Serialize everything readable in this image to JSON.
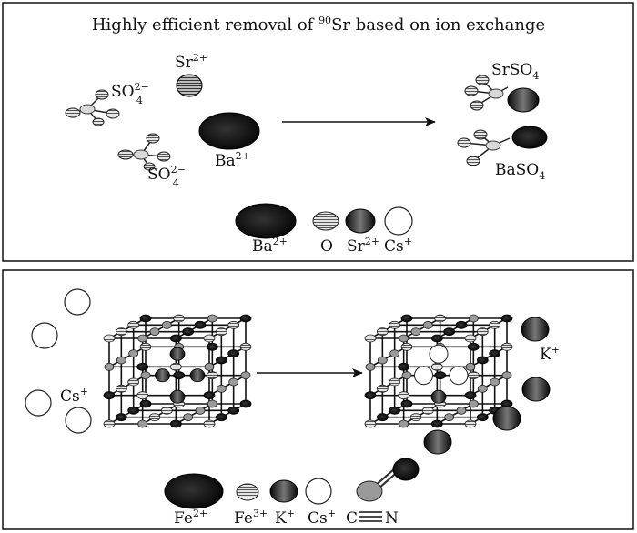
{
  "panel_top": {
    "title_pre": "Highly efficient removal of ",
    "title_sup": "90",
    "title_post": "Sr based on ion exchange",
    "sr_label": "Sr",
    "sr_charge": "2+",
    "ba_label": "Ba",
    "ba_charge": "2+",
    "so4_label": "SO",
    "so4_sub": "4",
    "so4_charge": "2−",
    "srso4_label": "SrSO",
    "baso4_label": "BaSO",
    "product_sub": "4",
    "legend": {
      "ba": "Ba",
      "ba_charge": "2+",
      "o": "O",
      "sr": "Sr",
      "sr_charge": "2+",
      "cs": "Cs",
      "cs_charge": "+"
    }
  },
  "panel_bottom": {
    "cs_label": "Cs",
    "cs_charge": "+",
    "k_label": "K",
    "k_charge": "+",
    "legend": {
      "fe2": "Fe",
      "fe2_charge": "2+",
      "fe3": "Fe",
      "fe3_charge": "3+",
      "k": "K",
      "k_charge": "+",
      "cs": "Cs",
      "cs_charge": "+",
      "cn_c": "C",
      "cn_n": "N"
    }
  }
}
